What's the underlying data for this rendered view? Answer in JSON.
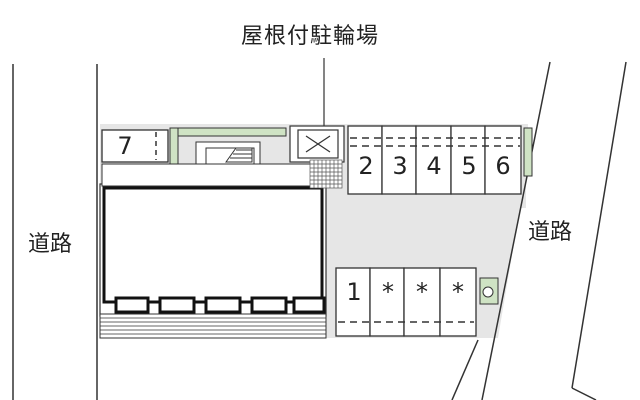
{
  "title": "屋根付駐輪場",
  "road_left": "道路",
  "road_right": "道路",
  "spaces_top": [
    "2",
    "3",
    "4",
    "5",
    "6"
  ],
  "space_side": "7",
  "spaces_bottom": [
    "1",
    "*",
    "*",
    "*"
  ],
  "colors": {
    "line": "#333333",
    "pavement": "#e6e6e6",
    "planting": "#cfe3c4",
    "background": "#ffffff"
  }
}
